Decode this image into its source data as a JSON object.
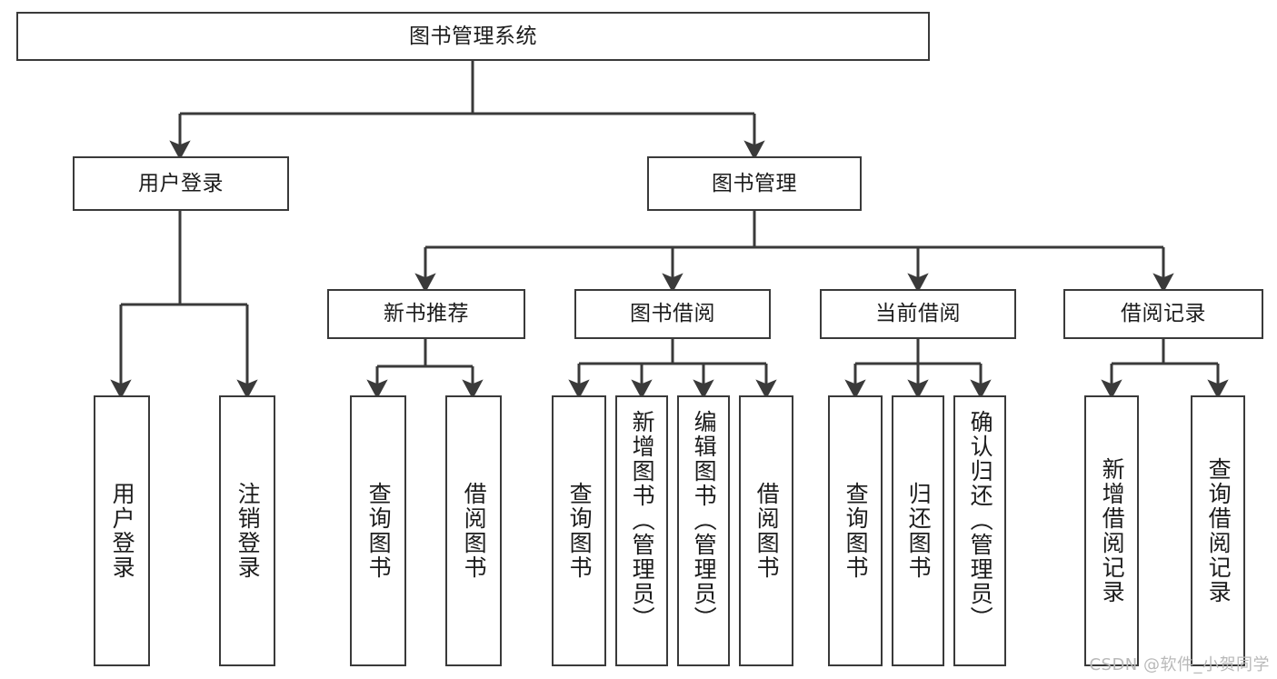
{
  "diagram": {
    "title": "图书管理系统",
    "type": "tree-hierarchy",
    "colors": {
      "box_border": "#3a3a3a",
      "box_fill": "#ffffff",
      "connector": "#3a3a3a",
      "text": "#1c1c1c",
      "watermark": "#b9b9b9",
      "background": "#ffffff"
    },
    "root": {
      "label": "图书管理系统"
    },
    "level2": [
      {
        "label": "用户登录"
      },
      {
        "label": "图书管理"
      }
    ],
    "level3": [
      {
        "label": "新书推荐"
      },
      {
        "label": "图书借阅"
      },
      {
        "label": "当前借阅"
      },
      {
        "label": "借阅记录"
      }
    ],
    "leaves": {
      "user_login": [
        {
          "label": "用户登录"
        },
        {
          "label": "注销登录"
        }
      ],
      "new_book_recommend": [
        {
          "label": "查询图书"
        },
        {
          "label": "借阅图书"
        }
      ],
      "book_borrow": [
        {
          "label": "查询图书"
        },
        {
          "label": "新增图书（管理员）"
        },
        {
          "label": "编辑图书（管理员）"
        },
        {
          "label": "借阅图书"
        }
      ],
      "current_borrow": [
        {
          "label": "查询图书"
        },
        {
          "label": "归还图书"
        },
        {
          "label": "确认归还（管理员）"
        }
      ],
      "borrow_record": [
        {
          "label": "新增借阅记录"
        },
        {
          "label": "查询借阅记录"
        }
      ]
    }
  },
  "watermark": {
    "text": "CSDN @软件_小贺同学"
  }
}
